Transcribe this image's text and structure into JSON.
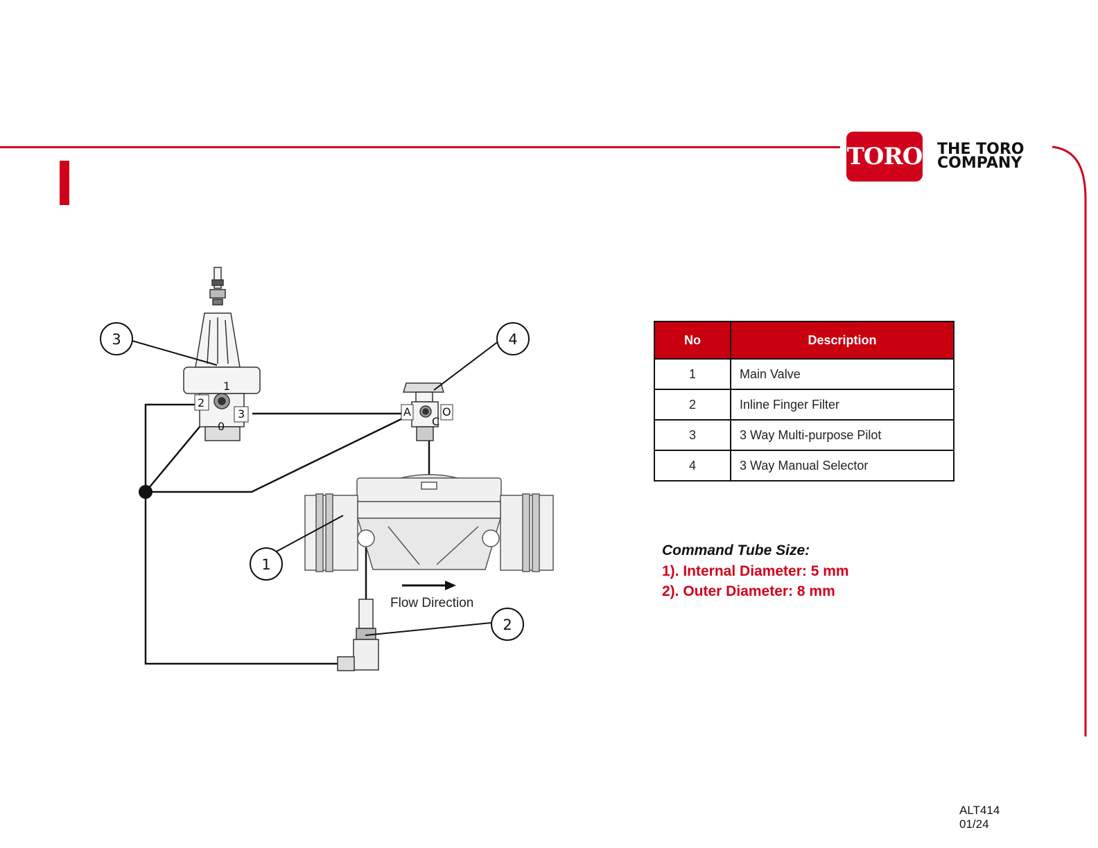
{
  "brand": {
    "badge_text": "TORO",
    "company_line_1": "THE TORO",
    "company_line_2": "COMPANY",
    "accent_color": "#d0021b"
  },
  "diagram": {
    "callouts": [
      "1",
      "2",
      "3",
      "4"
    ],
    "pilot_ports": [
      "1",
      "2",
      "3",
      "0"
    ],
    "selector_ports": [
      "A",
      "C",
      "O"
    ],
    "flow_label": "Flow Direction"
  },
  "table": {
    "headers": [
      "No",
      "Description"
    ],
    "rows": [
      {
        "no": "1",
        "description": "Main Valve"
      },
      {
        "no": "2",
        "description": "Inline Finger Filter"
      },
      {
        "no": "3",
        "description": "3 Way Multi-purpose Pilot"
      },
      {
        "no": "4",
        "description": "3 Way Manual Selector"
      }
    ]
  },
  "tube_size": {
    "title": "Command Tube Size:",
    "line1": "1). Internal Diameter: 5 mm",
    "line2": "2). Outer Diameter: 8 mm"
  },
  "footer": {
    "code": "ALT414",
    "date": "01/24"
  }
}
